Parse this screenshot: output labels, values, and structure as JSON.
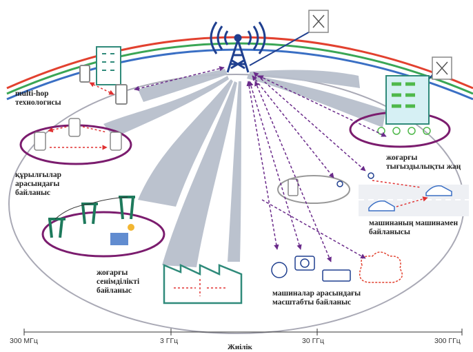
{
  "labels": {
    "multihop": "multi-hop\nтехнологисы",
    "devices": "құрылғылар\nарасындағы\nбайланыс",
    "reliable": "жоғарғы\nсенімділікті\nбайланыс",
    "density": "жоғарғы\nтығыздылықты жаң",
    "v2v": "машинаның машинамен\nбайланысы",
    "massive": "машиналар арасындағы\nмасштабты байланыс"
  },
  "axis": {
    "ticks": [
      "300 МГц",
      "3 ГГц",
      "30 ГГц",
      "300 ГГц"
    ],
    "title": "Жиілік"
  },
  "colors": {
    "beam": "#b8bfcc",
    "ring": "#7b1c6e",
    "link": "#6a2a8a",
    "device_link": "#e03030",
    "tower": "#1f3f8f",
    "teal": "#2f8a7a",
    "arc_red": "#e2412f",
    "arc_green": "#3aa655",
    "arc_blue": "#3a6fc4"
  }
}
